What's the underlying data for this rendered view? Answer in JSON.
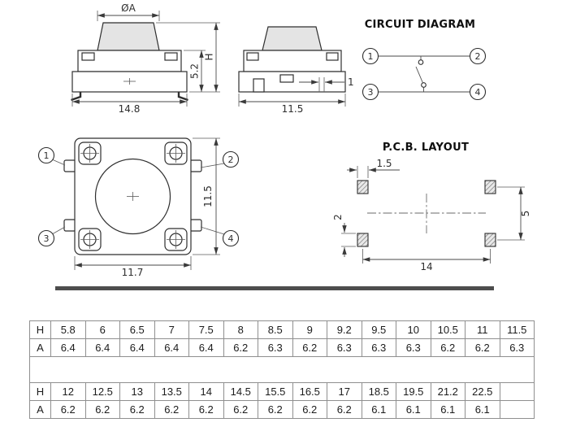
{
  "front_view": {
    "dia": "ØA",
    "body_height": "5.2",
    "total_height": "H",
    "base_width": "14.8"
  },
  "side_view": {
    "terminal": "1",
    "width": "11.5"
  },
  "circuit": {
    "title": "CIRCUIT DIAGRAM",
    "t1": "1",
    "t2": "2",
    "t3": "3",
    "t4": "4"
  },
  "top_view": {
    "c1": "1",
    "c2": "2",
    "c3": "3",
    "c4": "4",
    "height": "11.5",
    "width": "11.7"
  },
  "pcb": {
    "title": "P.C.B. LAYOUT",
    "pad_width": "1.5",
    "pad_height": "2",
    "row_pitch": "5",
    "col_pitch": "14"
  },
  "table": {
    "group1": {
      "h_label": "H",
      "a_label": "A",
      "h": [
        "5.8",
        "6",
        "6.5",
        "7",
        "7.5",
        "8",
        "8.5",
        "9",
        "9.2",
        "9.5",
        "10",
        "10.5",
        "11",
        "11.5"
      ],
      "a": [
        "6.4",
        "6.4",
        "6.4",
        "6.4",
        "6.4",
        "6.2",
        "6.3",
        "6.2",
        "6.3",
        "6.3",
        "6.3",
        "6.2",
        "6.2",
        "6.3"
      ]
    },
    "group2": {
      "h_label": "H",
      "a_label": "A",
      "h": [
        "12",
        "12.5",
        "13",
        "13.5",
        "14",
        "14.5",
        "15.5",
        "16.5",
        "17",
        "18.5",
        "19.5",
        "21.2",
        "22.5",
        ""
      ],
      "a": [
        "6.2",
        "6.2",
        "6.2",
        "6.2",
        "6.2",
        "6.2",
        "6.2",
        "6.2",
        "6.2",
        "6.1",
        "6.1",
        "6.1",
        "6.1",
        ""
      ]
    }
  }
}
